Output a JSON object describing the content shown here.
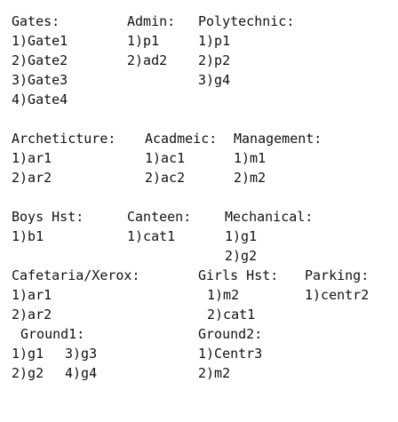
{
  "gates": {
    "heading": "Gates:",
    "items": [
      "1)Gate1",
      "2)Gate2",
      "3)Gate3",
      "4)Gate4"
    ]
  },
  "admin": {
    "heading": "Admin:",
    "items": [
      "1)p1",
      "2)ad2"
    ]
  },
  "polytechnic": {
    "heading": "Polytechnic:",
    "items": [
      "1)p1",
      "2)p2",
      "3)g4"
    ]
  },
  "architecture": {
    "heading": "Archeticture:",
    "items": [
      "1)ar1",
      "2)ar2"
    ]
  },
  "academic": {
    "heading": "Acadmeic:",
    "items": [
      "1)ac1",
      "2)ac2"
    ]
  },
  "management": {
    "heading": "Management:",
    "items": [
      "1)m1",
      "2)m2"
    ]
  },
  "boys_hostel": {
    "heading": "Boys Hst:",
    "items": [
      "1)b1"
    ]
  },
  "canteen": {
    "heading": "Canteen:",
    "items": [
      "1)cat1"
    ]
  },
  "mechanical": {
    "heading": "Mechanical:",
    "items": [
      "1)g1",
      "2)g2"
    ]
  },
  "cafetaria": {
    "heading": "Cafetaria/Xerox:",
    "items": [
      "1)ar1",
      "2)ar2"
    ]
  },
  "girls_hostel": {
    "heading": "Girls Hst:",
    "items": [
      "1)m2",
      "2)cat1"
    ]
  },
  "parking": {
    "heading": "Parking:",
    "items": [
      "1)centr2"
    ]
  },
  "ground1": {
    "heading": "Ground1:",
    "items": [
      "1)g1",
      "3)g3",
      "2)g2",
      "4)g4"
    ]
  },
  "ground2": {
    "heading": "Ground2:",
    "items": [
      "1)Centr3",
      "2)m2"
    ]
  }
}
